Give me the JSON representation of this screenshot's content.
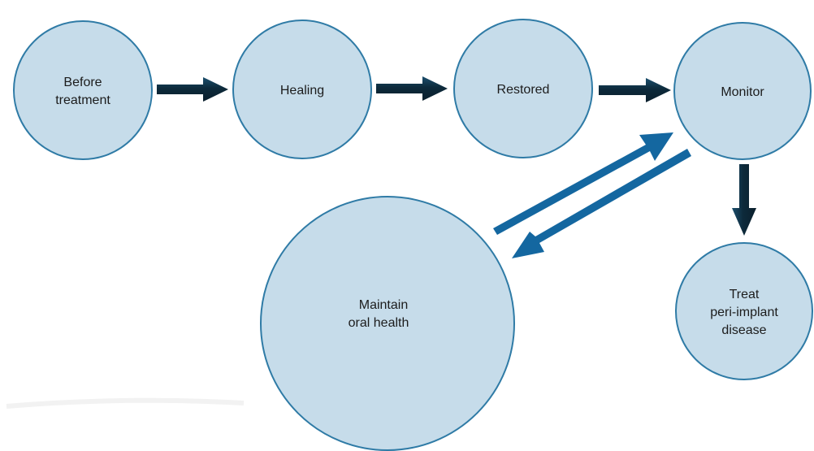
{
  "colors": {
    "node_fill": "#c6dcea",
    "node_stroke": "#2f7ba6",
    "dark_arrow": "#0d2a3b",
    "dark_arrow_highlight": "#1c4f6e",
    "blue_arrow": "#1467a0",
    "label_text": "#1c1c1c"
  },
  "nodes": {
    "before": {
      "line1": "Before",
      "line2": "treatment"
    },
    "healing": {
      "line1": "Healing"
    },
    "restored": {
      "line1": "Restored"
    },
    "monitor": {
      "line1": "Monitor"
    },
    "treat": {
      "line1": "Treat",
      "line2": "peri-implant",
      "line3": "disease"
    },
    "maintain": {
      "line1": "Maintain",
      "line2": "oral health"
    }
  },
  "edges": [
    {
      "from": "Before treatment",
      "to": "Healing"
    },
    {
      "from": "Healing",
      "to": "Restored"
    },
    {
      "from": "Restored",
      "to": "Monitor"
    },
    {
      "from": "Monitor",
      "to": "Treat peri-implant disease"
    },
    {
      "from": "Monitor",
      "to": "Maintain oral health"
    },
    {
      "from": "Maintain oral health",
      "to": "Monitor"
    }
  ]
}
